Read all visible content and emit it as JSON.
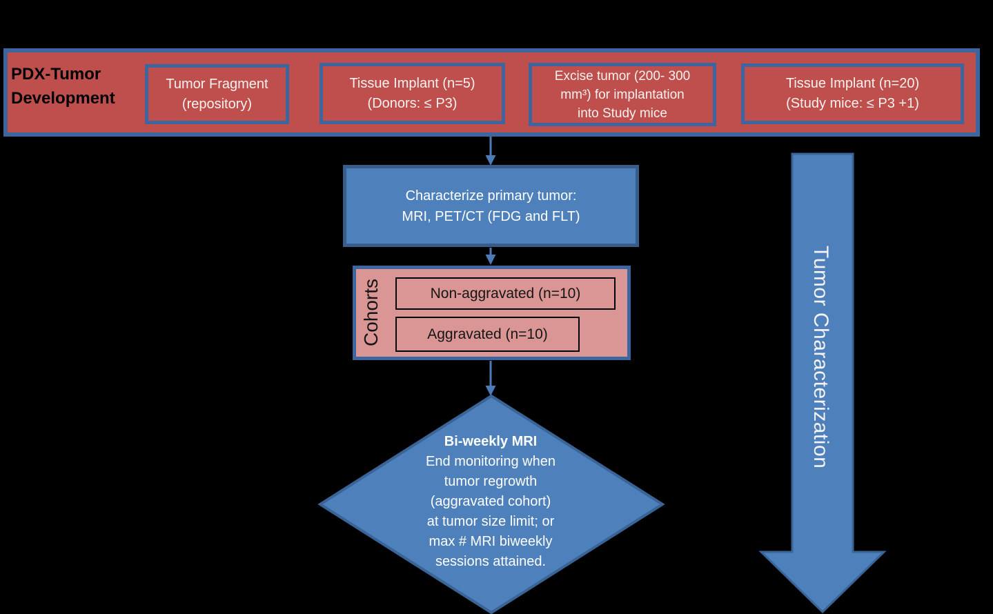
{
  "colors": {
    "background": "#000000",
    "lane_red": "#BE4F4C",
    "pink": "#D99694",
    "shape_blue": "#4E80BC",
    "blue_border": "#3D66A0",
    "dark_blue_border": "#385D8A",
    "connector_blue": "#4C7CB8",
    "white_text": "#FFFFFF",
    "black_text": "#000000"
  },
  "banner": {
    "title_lines": [
      "PDX-Tumor",
      "Development"
    ],
    "boxes": [
      {
        "lines": [
          "Tumor Fragment",
          "(repository)"
        ]
      },
      {
        "lines": [
          "Tissue Implant (n=5)",
          "(Donors: ≤ P3)"
        ]
      },
      {
        "lines": [
          "Excise tumor (200- 300",
          "mm³) for implantation",
          "into Study mice"
        ]
      },
      {
        "lines": [
          "Tissue Implant (n=20)",
          "(Study mice: ≤ P3 +1)"
        ]
      }
    ]
  },
  "characterize_box": {
    "lines": [
      "Characterize primary tumor:",
      "MRI, PET/CT (FDG and FLT)"
    ]
  },
  "cohorts": {
    "label": "Cohorts",
    "items": [
      "Non-aggravated (n=10)",
      "Aggravated (n=10)"
    ]
  },
  "decision_diamond": {
    "title": "Bi-weekly MRI",
    "lines": [
      "End monitoring when",
      "tumor regrowth",
      "(aggravated cohort)",
      "at tumor size limit; or",
      "max # MRI biweekly",
      "sessions attained."
    ]
  },
  "side_arrow": {
    "label": "Tumor Characterization"
  }
}
